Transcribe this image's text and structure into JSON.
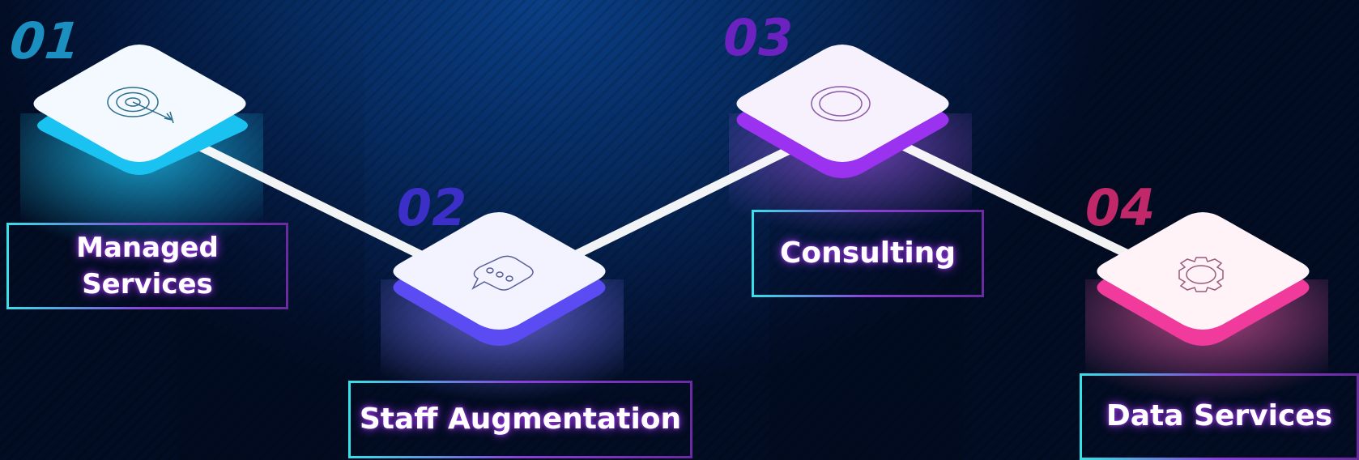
{
  "steps": [
    {
      "number": "01",
      "label": "Managed\nServices",
      "icon": "target-icon",
      "accent": "#19c2f0",
      "number_color": "#1a8fc0"
    },
    {
      "number": "02",
      "label": "Staff Augmentation",
      "icon": "chat-bubble-icon",
      "accent": "#5a4cf2",
      "number_color": "#3c2fc8"
    },
    {
      "number": "03",
      "label": "Consulting",
      "icon": "ring-icon",
      "accent": "#9a32f0",
      "number_color": "#6c22c0"
    },
    {
      "number": "04",
      "label": "Data Services",
      "icon": "gear-icon",
      "accent": "#f03a9c",
      "number_color": "#c0286a"
    }
  ]
}
